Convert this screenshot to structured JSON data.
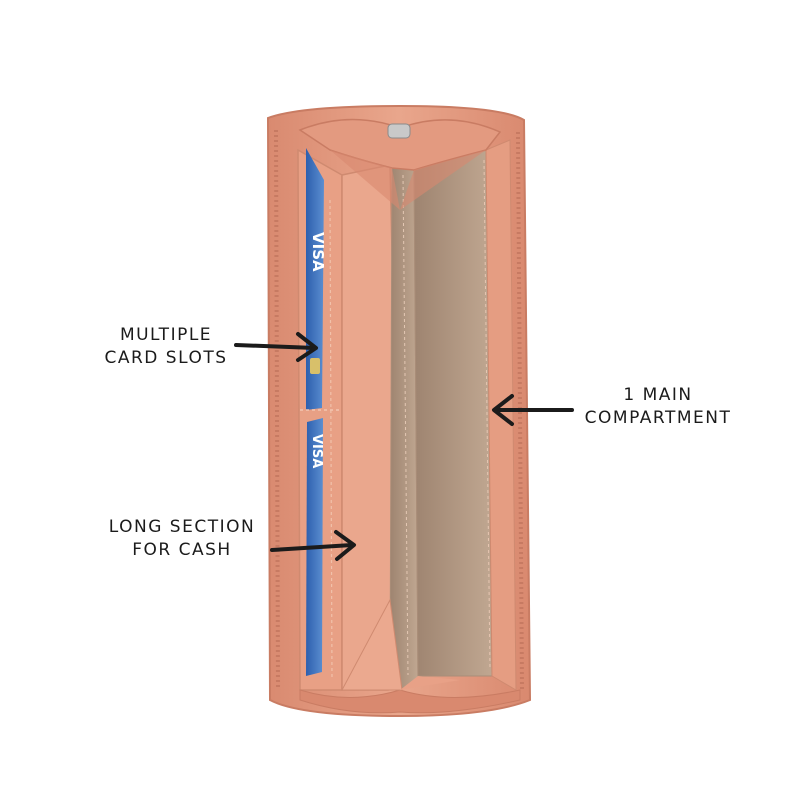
{
  "colors": {
    "background": "#ffffff",
    "wallet_exterior": "#e1957a",
    "wallet_interior": "#e9a88f",
    "lining": "#b09681",
    "card_blue": "#3d6fb8",
    "arrow": "#1b1b1b"
  },
  "callouts": {
    "card_slots": {
      "line1": "MULTIPLE",
      "line2": "CARD SLOTS"
    },
    "cash": {
      "line1": "LONG SECTION",
      "line2": "FOR CASH"
    },
    "main": {
      "line1": "1 MAIN",
      "line2": "COMPARTMENT"
    }
  },
  "card_text": {
    "top": "VISA",
    "bottom": "VISA"
  }
}
